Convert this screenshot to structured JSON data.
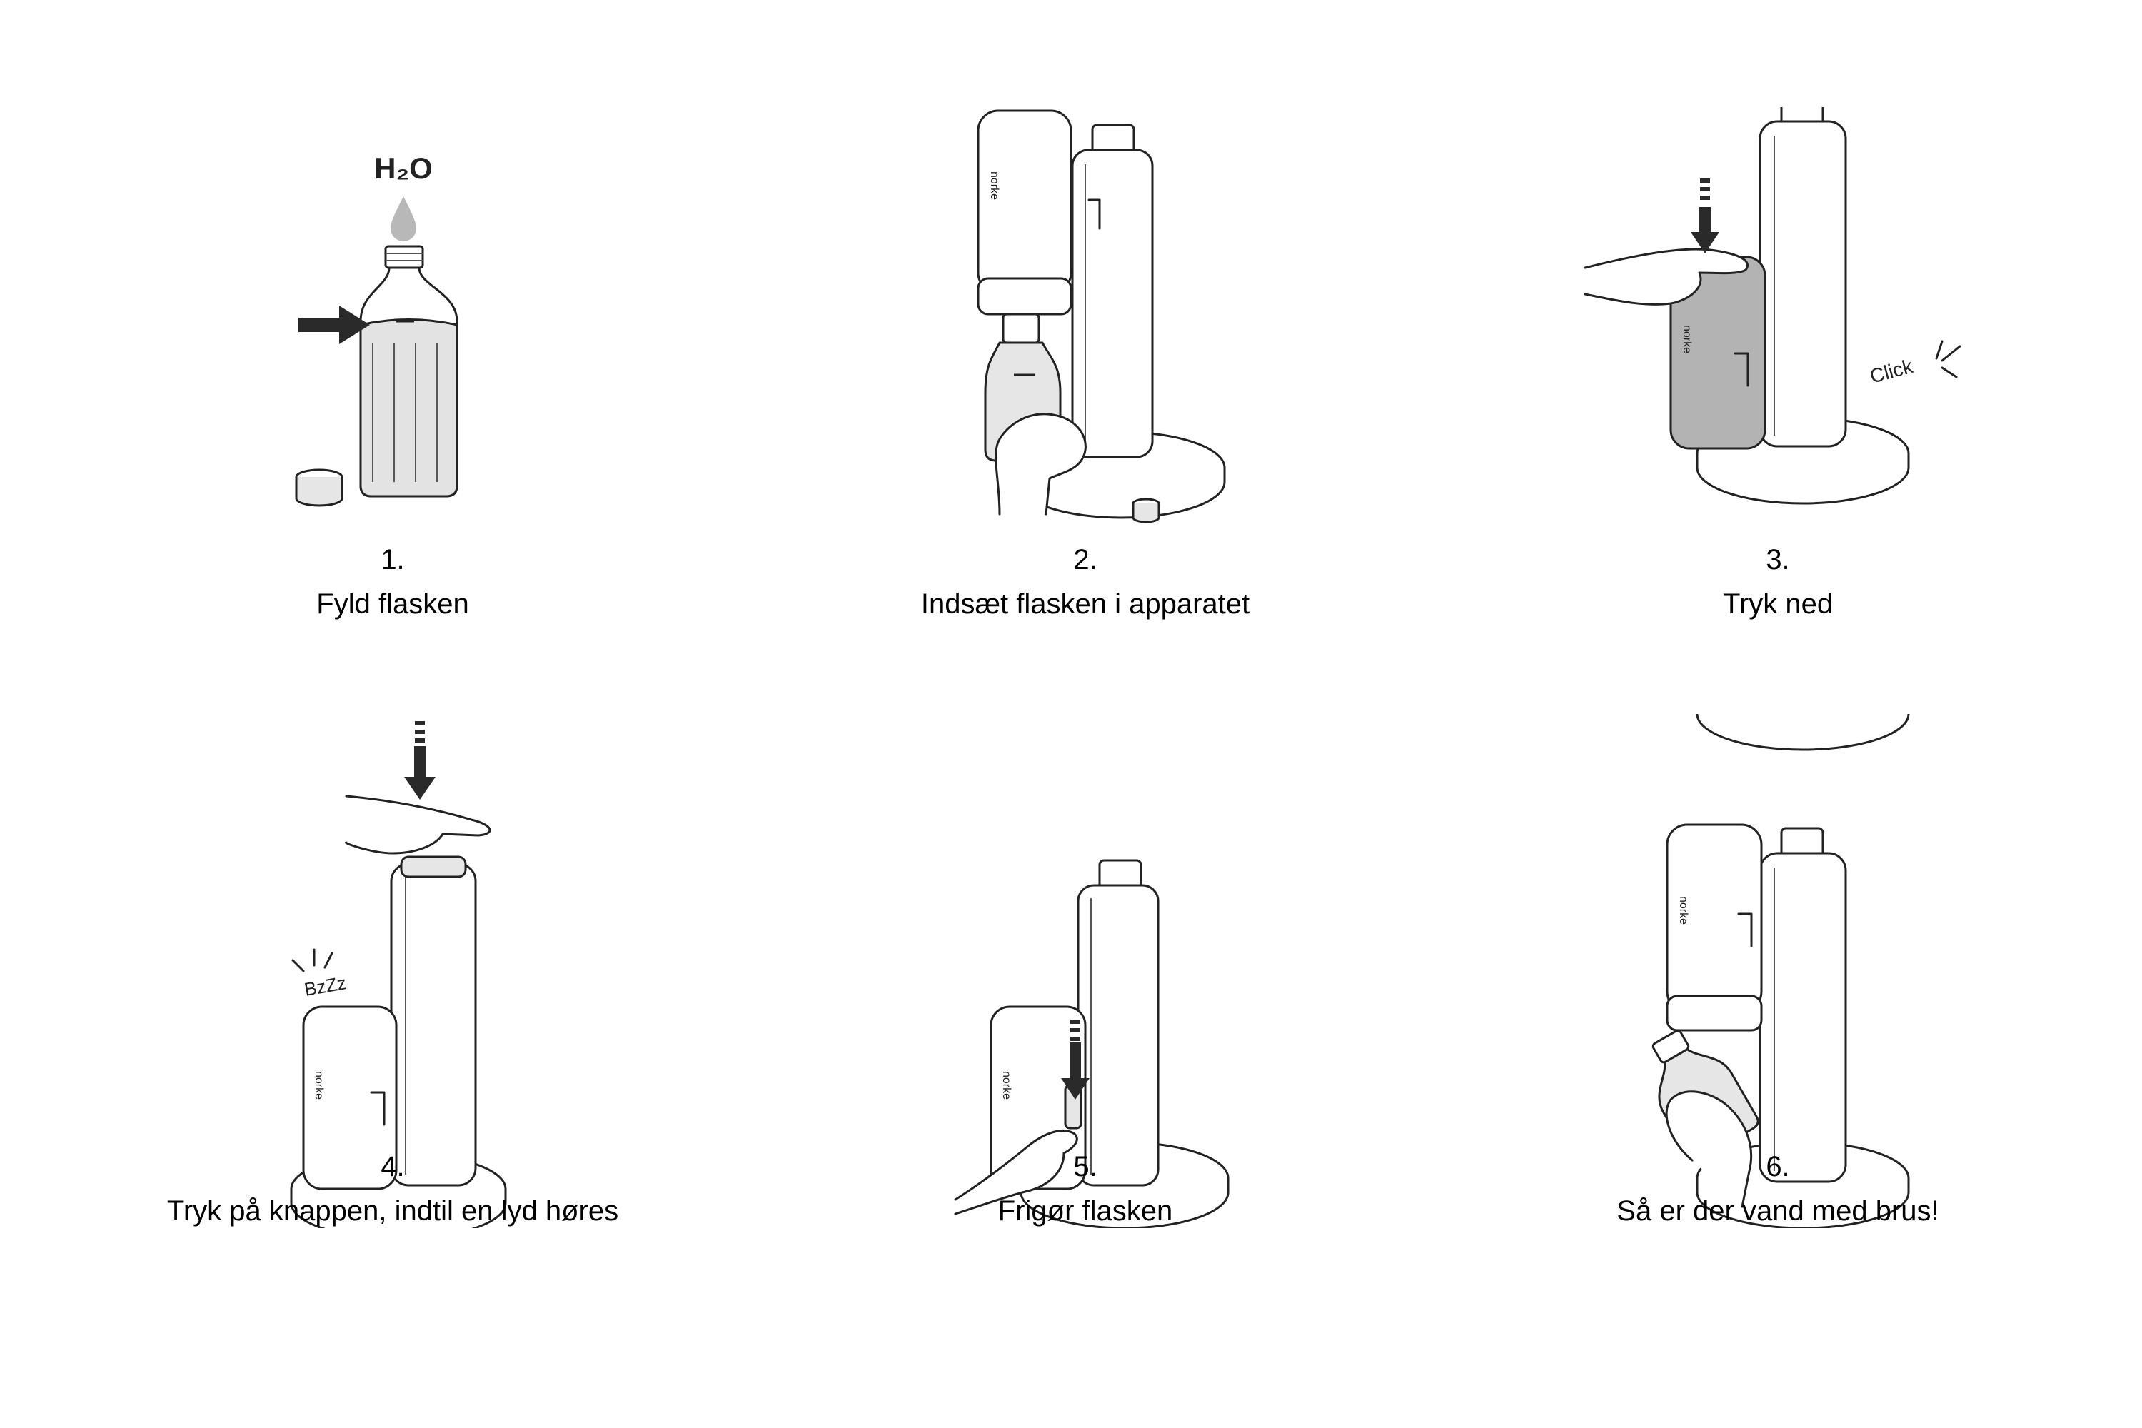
{
  "steps": [
    {
      "number": "1.",
      "label": "Fyld flasken",
      "illustration": "fill-bottle-icon",
      "callout": "H₂O"
    },
    {
      "number": "2.",
      "label": "Indsæt flasken i apparatet",
      "illustration": "insert-bottle-icon"
    },
    {
      "number": "3.",
      "label": "Tryk ned",
      "illustration": "press-down-icon",
      "callout": "Click"
    },
    {
      "number": "4.",
      "label": "Tryk på knappen, indtil en lyd høres",
      "illustration": "press-button-icon",
      "callout": "BzZz"
    },
    {
      "number": "5.",
      "label": "Frigør flasken",
      "illustration": "release-bottle-icon"
    },
    {
      "number": "6.",
      "label": "Så er der vand med brus!",
      "illustration": "sparkling-water-icon"
    }
  ],
  "colors": {
    "line": "#222222",
    "fill_light": "#e6e6e6",
    "fill_dark": "#b3b3b3",
    "arrow": "#2a2a2a"
  }
}
